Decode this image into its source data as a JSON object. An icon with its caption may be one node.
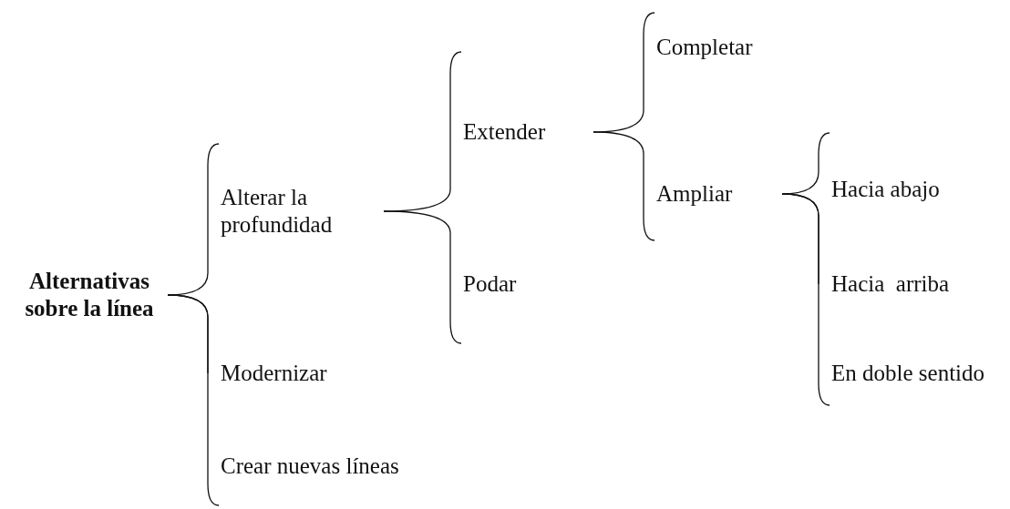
{
  "diagram": {
    "nodes": [
      {
        "text": [
          "Alternativas sobre la línea"
        ]
      },
      {
        "text": [
          "Alterar la profundidad"
        ]
      },
      {
        "text": [
          "Modernizar"
        ]
      },
      {
        "text": [
          "Crear nuevas líneas"
        ]
      },
      {
        "text": [
          "Extender"
        ]
      },
      {
        "text": [
          "Podar"
        ]
      },
      {
        "text": [
          "Completar"
        ]
      },
      {
        "text": [
          "Ampliar"
        ]
      },
      {
        "text": [
          "Hacia abajo"
        ]
      },
      {
        "text": [
          "Hacia  arriba"
        ]
      },
      {
        "text": [
          "En doble sentido"
        ]
      }
    ],
    "edges": [
      {
        "from": 0,
        "to": 1,
        "arrow": "none"
      },
      {
        "from": 0,
        "to": 2,
        "arrow": "none"
      },
      {
        "from": 0,
        "to": 3,
        "arrow": "none"
      },
      {
        "from": 1,
        "to": 4,
        "arrow": "none"
      },
      {
        "from": 1,
        "to": 5,
        "arrow": "none"
      },
      {
        "from": 4,
        "to": 6,
        "arrow": "none"
      },
      {
        "from": 4,
        "to": 7,
        "arrow": "none"
      },
      {
        "from": 7,
        "to": 8,
        "arrow": "none"
      },
      {
        "from": 7,
        "to": 9,
        "arrow": "none"
      },
      {
        "from": 7,
        "to": 10,
        "arrow": "none"
      }
    ]
  }
}
